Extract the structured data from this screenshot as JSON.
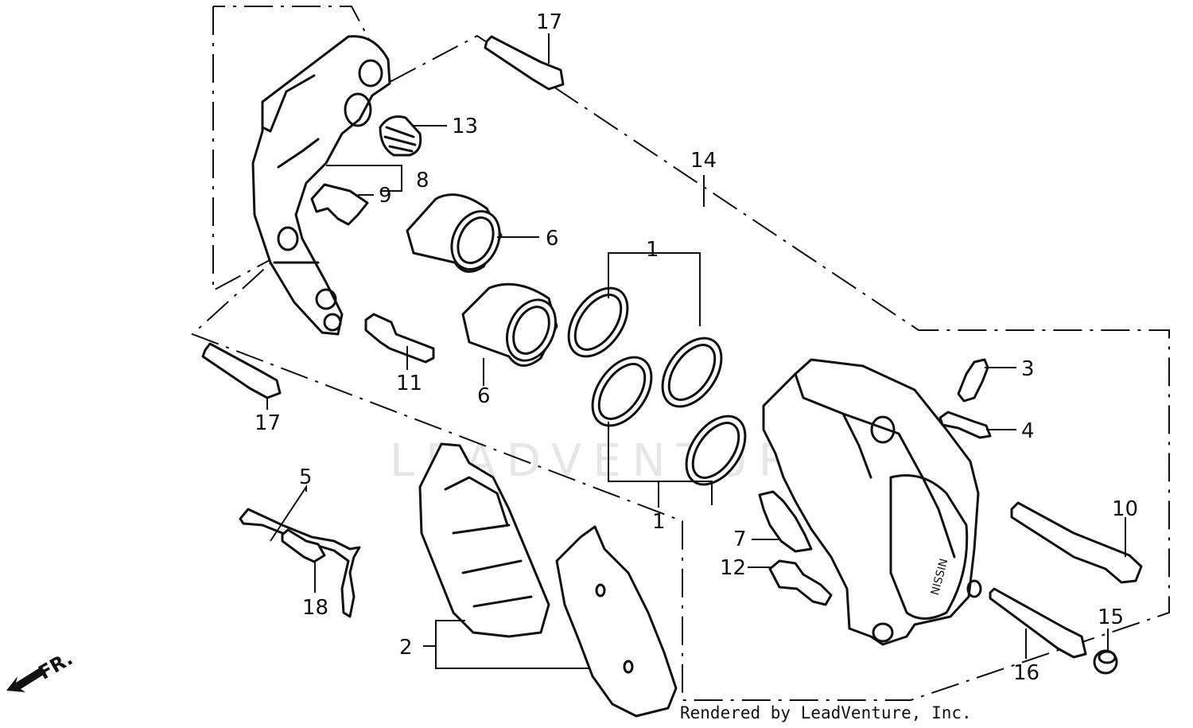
{
  "watermark": "LEADVENTURE",
  "credit": "Rendered by LeadVenture, Inc.",
  "direction_label": "FR.",
  "callouts": [
    {
      "id": "c17a",
      "text": "17"
    },
    {
      "id": "c13",
      "text": "13"
    },
    {
      "id": "c14",
      "text": "14"
    },
    {
      "id": "c8",
      "text": "8"
    },
    {
      "id": "c9",
      "text": "9"
    },
    {
      "id": "c6a",
      "text": "6"
    },
    {
      "id": "c1a",
      "text": "1"
    },
    {
      "id": "c6b",
      "text": "6"
    },
    {
      "id": "c11",
      "text": "11"
    },
    {
      "id": "c17b",
      "text": "17"
    },
    {
      "id": "c3",
      "text": "3"
    },
    {
      "id": "c4",
      "text": "4"
    },
    {
      "id": "c5",
      "text": "5"
    },
    {
      "id": "c1b",
      "text": "1"
    },
    {
      "id": "c10",
      "text": "10"
    },
    {
      "id": "c7",
      "text": "7"
    },
    {
      "id": "c12",
      "text": "12"
    },
    {
      "id": "c18",
      "text": "18"
    },
    {
      "id": "c15",
      "text": "15"
    },
    {
      "id": "c2",
      "text": "2"
    },
    {
      "id": "c16",
      "text": "16"
    }
  ],
  "caliper_brand": "NISSIN"
}
